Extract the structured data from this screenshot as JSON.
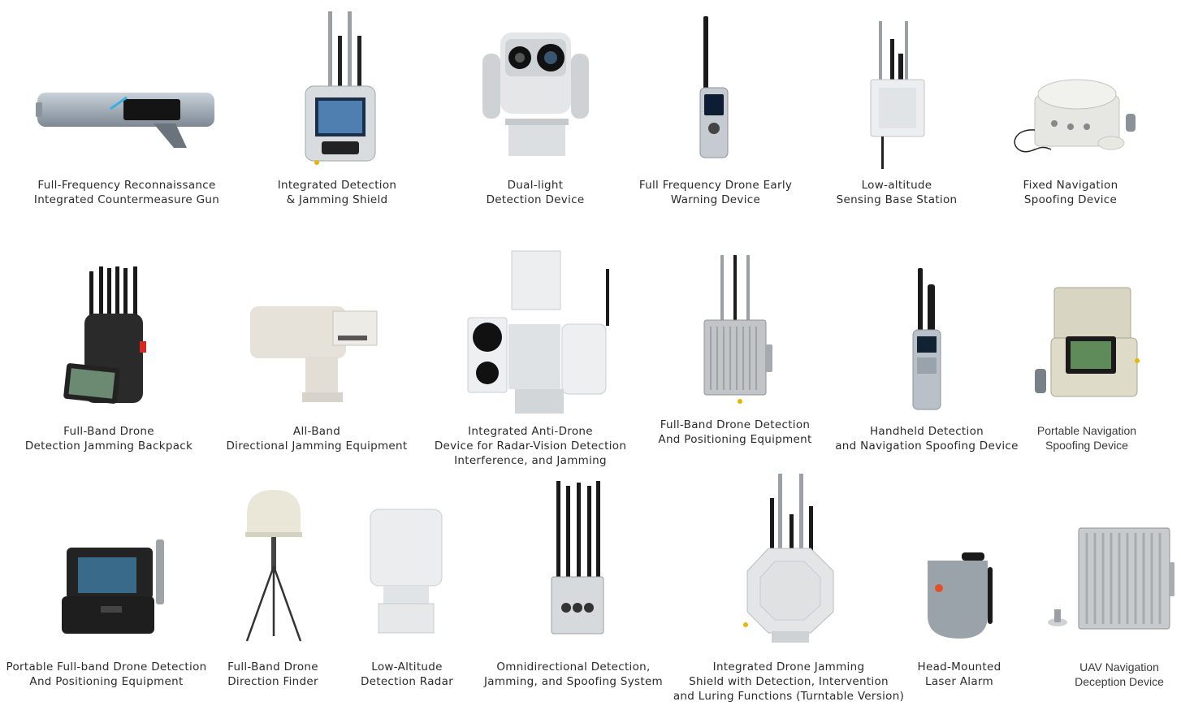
{
  "products": [
    {
      "id": "gun",
      "lines": [
        "Full-Frequency Reconnaissance",
        "Integrated Countermeasure Gun"
      ]
    },
    {
      "id": "shield",
      "lines": [
        "Integrated Detection",
        "& Jamming Shield"
      ]
    },
    {
      "id": "dual",
      "lines": [
        "Dual-light",
        "Detection Device"
      ]
    },
    {
      "id": "early",
      "lines": [
        "Full Frequency Drone Early",
        "Warning Device"
      ]
    },
    {
      "id": "base",
      "lines": [
        "Low-altitude",
        "Sensing Base Station"
      ]
    },
    {
      "id": "fixednav",
      "lines": [
        "Fixed Navigation",
        "Spoofing Device"
      ]
    },
    {
      "id": "backpack",
      "lines": [
        "Full-Band Drone",
        "Detection Jamming Backpack"
      ]
    },
    {
      "id": "allband",
      "lines": [
        "All-Band",
        "Directional Jamming Equipment"
      ]
    },
    {
      "id": "radarvision",
      "lines": [
        "Integrated Anti-Drone",
        "Device for Radar-Vision Detection",
        "Interference, and Jamming"
      ]
    },
    {
      "id": "positioning",
      "lines": [
        "Full-Band Drone Detection",
        "And Positioning Equipment"
      ]
    },
    {
      "id": "handheld",
      "lines": [
        "Handheld Detection",
        "and Navigation Spoofing Device"
      ]
    },
    {
      "id": "portablenav",
      "lines": [
        "Portable Navigation",
        "Spoofing Device"
      ]
    },
    {
      "id": "portablefull",
      "lines": [
        "Portable Full-band Drone Detection",
        "And Positioning Equipment"
      ]
    },
    {
      "id": "finder",
      "lines": [
        "Full-Band Drone",
        "Direction Finder"
      ]
    },
    {
      "id": "radar",
      "lines": [
        "Low-Altitude",
        "Detection Radar"
      ]
    },
    {
      "id": "omni",
      "lines": [
        "Omnidirectional Detection,",
        "Jamming, and Spoofing System"
      ]
    },
    {
      "id": "turntable",
      "lines": [
        "Integrated Drone Jamming",
        "Shield with Detection, Intervention",
        "and Luring Functions (Turntable Version)"
      ]
    },
    {
      "id": "laser",
      "lines": [
        "Head-Mounted",
        "Laser Alarm"
      ]
    },
    {
      "id": "uavnav",
      "lines": [
        "UAV Navigation",
        "Deception Device"
      ]
    }
  ],
  "icons": [
    "gun-icon",
    "shield-device-icon",
    "dual-camera-icon",
    "radio-device-icon",
    "base-station-icon",
    "nav-box-icon",
    "backpack-icon",
    "directional-jammer-icon",
    "radar-vision-icon",
    "positioning-box-icon",
    "handheld-icon",
    "case-icon",
    "case-icon",
    "tripod-antenna-icon",
    "radar-panel-icon",
    "omni-jammer-icon",
    "octagon-shield-icon",
    "laser-alarm-icon",
    "ribbed-enclosure-icon"
  ]
}
